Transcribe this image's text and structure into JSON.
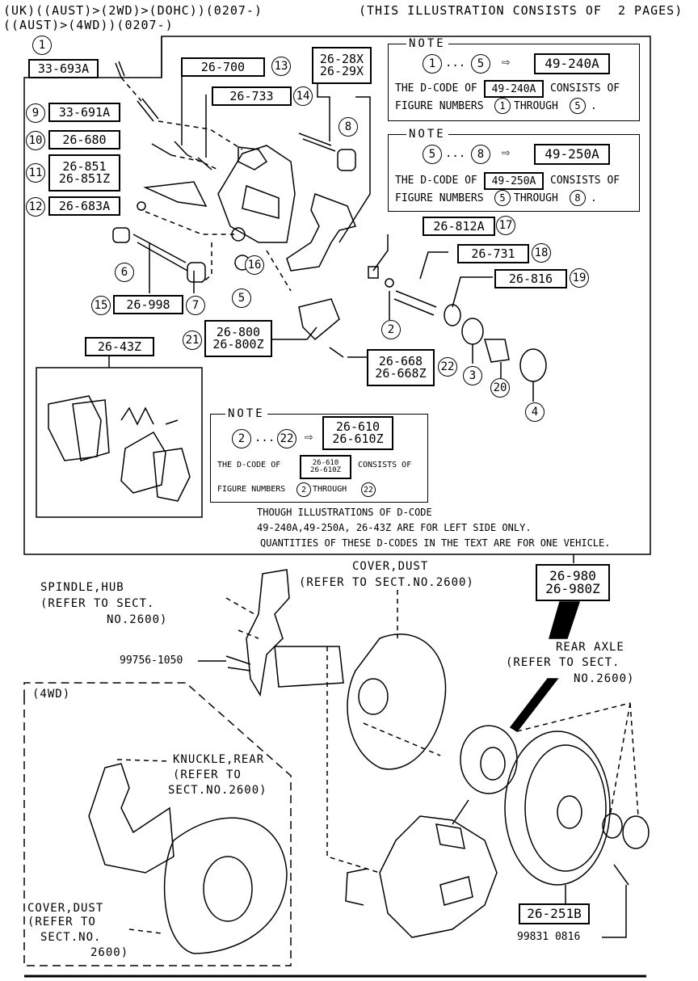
{
  "header": {
    "line1": "(UK)((AUST)>(2WD)>(DOHC))(0207-)",
    "pages_note": "(THIS ILLUSTRATION CONSISTS OF  2 PAGES)",
    "line2": "((AUST)>(4WD))(0207-)"
  },
  "parts": {
    "p1": "33-693A",
    "p9": "33-691A",
    "p10": "26-680",
    "p11a": "26-851",
    "p11b": "26-851Z",
    "p12": "26-683A",
    "p13": "26-700",
    "p14": "26-733",
    "p_pin_a": "26-28X",
    "p_pin_b": "26-29X",
    "p15": "26-998",
    "p21a": "26-800",
    "p21b": "26-800Z",
    "p22a": "26-668",
    "p22b": "26-668Z",
    "p17": "26-812A",
    "p18": "26-731",
    "p19": "26-816",
    "pads": "26-43Z",
    "hub_a": "26-980",
    "hub_b": "26-980Z",
    "disc": "26-251B",
    "bolt1": "99756-1050",
    "bolt2": "99831 0816"
  },
  "numbers": {
    "n1": "1",
    "n2": "2",
    "n3": "3",
    "n4": "4",
    "n5": "5",
    "n6": "6",
    "n7": "7",
    "n8": "8",
    "n9": "9",
    "n10": "10",
    "n11": "11",
    "n12": "12",
    "n13": "13",
    "n14": "14",
    "n15": "15",
    "n16": "16",
    "n17": "17",
    "n18": "18",
    "n19": "19",
    "n20": "20",
    "n21": "21",
    "n22": "22"
  },
  "notes": {
    "title": "NOTE",
    "note1": {
      "from": "1",
      "dots": "...",
      "to": "5",
      "arrow": "⇨",
      "code": "49-240A",
      "line1_pre": "THE D-CODE OF",
      "line1_post": "CONSISTS OF",
      "line2_pre": "FIGURE NUMBERS",
      "line2_mid": "THROUGH",
      "line2_end": "."
    },
    "note2": {
      "from": "5",
      "dots": "...",
      "to": "8",
      "arrow": "⇨",
      "code": "49-250A",
      "line1_pre": "THE D-CODE OF",
      "line1_post": "CONSISTS OF",
      "line2_pre": "FIGURE NUMBERS",
      "line2_mid": "THROUGH",
      "line2_end": "."
    },
    "note3": {
      "from": "2",
      "dots": "...",
      "to": "22",
      "arrow": "⇨",
      "code_a": "26-610",
      "code_b": "26-610Z",
      "line1_pre": "THE D-CODE OF",
      "line1_post": "CONSISTS OF",
      "line2_pre": "FIGURE NUMBERS",
      "line2_mid": "THROUGH"
    },
    "footnote1": "THOUGH ILLUSTRATIONS OF D-CODE",
    "footnote2": "49-240A,49-250A, 26-43Z ARE FOR LEFT SIDE ONLY.",
    "footnote3": "QUANTITIES OF THESE D-CODES IN THE TEXT ARE FOR ONE VEHICLE."
  },
  "labels": {
    "cover_dust_1": "COVER,DUST",
    "cover_dust_2": "(REFER TO SECT.NO.2600)",
    "spindle_1": "SPINDLE,HUB",
    "spindle_2": "(REFER TO SECT.",
    "spindle_3": "NO.2600)",
    "rear_axle_1": "REAR AXLE",
    "rear_axle_2": "(REFER TO SECT.",
    "rear_axle_3": "NO.2600)",
    "fourwd": "(4WD)",
    "knuckle_1": "KNUCKLE,REAR",
    "knuckle_2": "(REFER TO",
    "knuckle_3": "SECT.NO.2600)",
    "cover2_1": "COVER,DUST",
    "cover2_2": "(REFER TO",
    "cover2_3": "SECT.NO.",
    "cover2_4": "2600)"
  }
}
